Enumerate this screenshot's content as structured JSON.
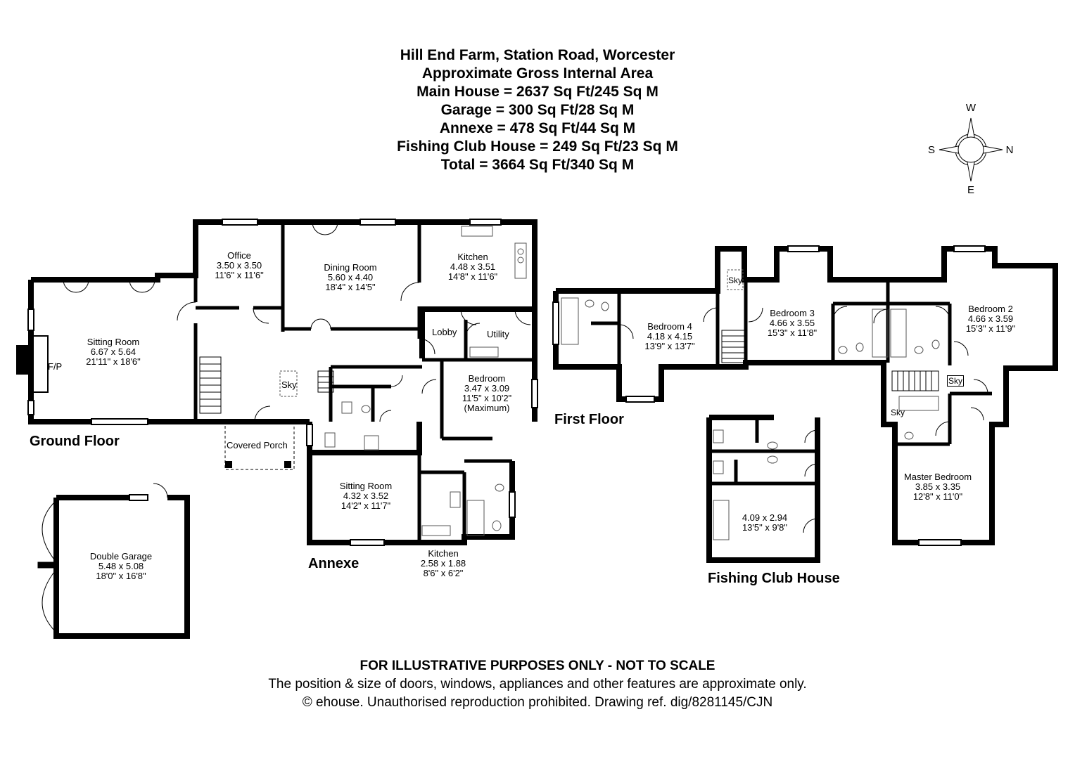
{
  "header": {
    "title": "Hill End Farm, Station Road, Worcester",
    "subtitle": "Approximate Gross Internal Area",
    "areas": [
      "Main House = 2637 Sq Ft/245 Sq M",
      "Garage = 300 Sq Ft/28 Sq M",
      "Annexe = 478 Sq Ft/44 Sq M",
      "Fishing Club House = 249 Sq Ft/23 Sq M",
      "Total = 3664 Sq Ft/340 Sq M"
    ]
  },
  "compass": {
    "north": "N",
    "south": "S",
    "east": "E",
    "west": "W"
  },
  "floor_labels": {
    "ground": "Ground Floor",
    "first": "First Floor",
    "annexe": "Annexe",
    "fishing": "Fishing Club House"
  },
  "rooms": {
    "sitting_room": {
      "name": "Sitting Room",
      "metric": "6.67 x 5.64",
      "imperial": "21'11\" x 18'6\""
    },
    "fireplace": {
      "name": "F/P"
    },
    "office": {
      "name": "Office",
      "metric": "3.50 x 3.50",
      "imperial": "11'6\" x 11'6\""
    },
    "dining_room": {
      "name": "Dining Room",
      "metric": "5.60 x 4.40",
      "imperial": "18'4\" x 14'5\""
    },
    "kitchen": {
      "name": "Kitchen",
      "metric": "4.48 x 3.51",
      "imperial": "14'8\" x 11'6\""
    },
    "lobby": {
      "name": "Lobby"
    },
    "utility": {
      "name": "Utility"
    },
    "ground_sky": {
      "name": "Sky"
    },
    "ground_bedroom": {
      "name": "Bedroom",
      "metric": "3.47 x 3.09",
      "imperial": "11'5\" x 10'2\"",
      "note": "(Maximum)"
    },
    "covered_porch": {
      "name": "Covered Porch"
    },
    "annexe_sitting": {
      "name": "Sitting Room",
      "metric": "4.32 x 3.52",
      "imperial": "14'2\" x 11'7\""
    },
    "annexe_kitchen": {
      "name": "Kitchen",
      "metric": "2.58 x 1.88",
      "imperial": "8'6\" x 6'2\""
    },
    "double_garage": {
      "name": "Double Garage",
      "metric": "5.48 x 5.08",
      "imperial": "18'0\" x 16'8\""
    },
    "bedroom4": {
      "name": "Bedroom 4",
      "metric": "4.18 x 4.15",
      "imperial": "13'9\" x 13'7\""
    },
    "bedroom3": {
      "name": "Bedroom 3",
      "metric": "4.66 x 3.55",
      "imperial": "15'3\" x 11'8\""
    },
    "bedroom2": {
      "name": "Bedroom 2",
      "metric": "4.66 x 3.59",
      "imperial": "15'3\" x 11'9\""
    },
    "master_bedroom": {
      "name": "Master Bedroom",
      "metric": "3.85 x 3.35",
      "imperial": "12'8\" x 11'0\""
    },
    "first_sky_a": {
      "name": "Sky"
    },
    "first_sky_b": {
      "name": "Sky"
    },
    "first_sky_c": {
      "name": "Sky"
    },
    "fishing_room": {
      "metric": "4.09 x 2.94",
      "imperial": "13'5\" x 9'8\""
    }
  },
  "footer": {
    "disclaimer": "FOR ILLUSTRATIVE PURPOSES ONLY - NOT TO SCALE",
    "note": "The position & size of doors, windows, appliances and other features are approximate only.",
    "copyright": "© ehouse. Unauthorised reproduction prohibited. Drawing ref. dig/8281145/CJN"
  },
  "colors": {
    "wall": "#000000",
    "background": "#ffffff",
    "fixture": "#555555"
  }
}
